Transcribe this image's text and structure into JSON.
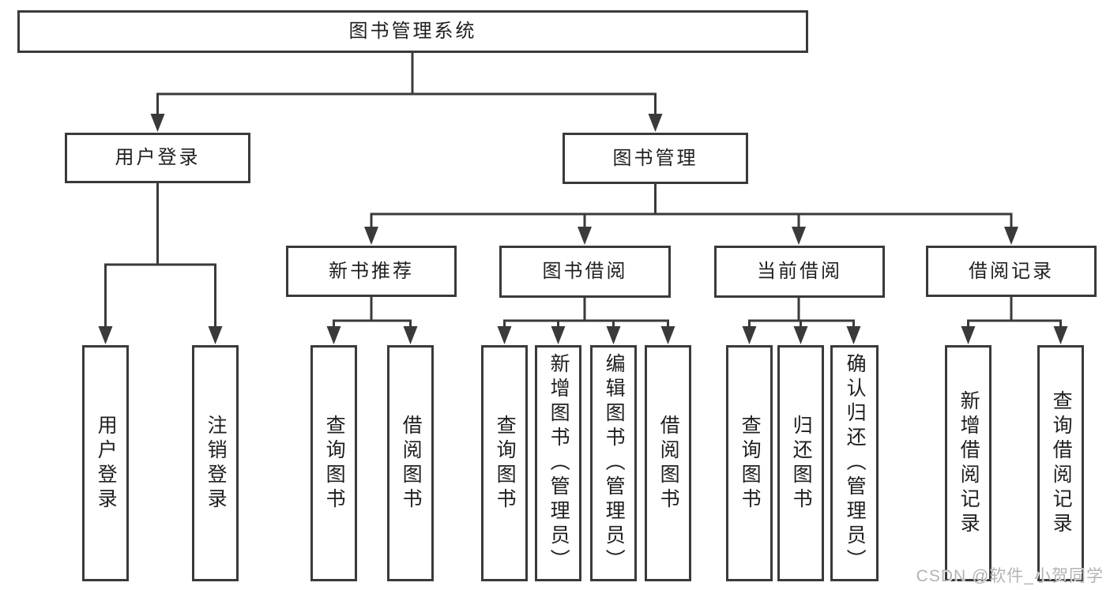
{
  "diagram": {
    "type": "hierarchy-tree",
    "line_color": "#3a3a3a",
    "text_color": "#1f1f1f",
    "background_color": "#ffffff",
    "watermark_color": "#b3b3b3",
    "nodes": {
      "root": {
        "id": "library-system",
        "label": "图书管理系统"
      },
      "level2": [
        {
          "id": "user-login",
          "label": "用户登录",
          "parent": "library-system"
        },
        {
          "id": "book-mgmt",
          "label": "图书管理",
          "parent": "library-system"
        }
      ],
      "level3": [
        {
          "id": "new-book-rec",
          "label": "新书推荐",
          "parent": "book-mgmt"
        },
        {
          "id": "book-borrow",
          "label": "图书借阅",
          "parent": "book-mgmt"
        },
        {
          "id": "current-borrow",
          "label": "当前借阅",
          "parent": "book-mgmt"
        },
        {
          "id": "borrow-records",
          "label": "借阅记录",
          "parent": "book-mgmt"
        }
      ],
      "leaves": [
        {
          "label": "用户登录",
          "parent": "user-login"
        },
        {
          "label": "注销登录",
          "parent": "user-login"
        },
        {
          "label": "查询图书",
          "parent": "new-book-rec"
        },
        {
          "label": "借阅图书",
          "parent": "new-book-rec"
        },
        {
          "label": "查询图书",
          "parent": "book-borrow"
        },
        {
          "label": "新增图书（管理员）",
          "parent": "book-borrow"
        },
        {
          "label": "编辑图书（管理员）",
          "parent": "book-borrow"
        },
        {
          "label": "借阅图书",
          "parent": "book-borrow"
        },
        {
          "label": "查询图书",
          "parent": "current-borrow"
        },
        {
          "label": "归还图书",
          "parent": "current-borrow"
        },
        {
          "label": "确认归还（管理员）",
          "parent": "current-borrow"
        },
        {
          "label": "新增借阅记录",
          "parent": "borrow-records"
        },
        {
          "label": "查询借阅记录",
          "parent": "borrow-records"
        }
      ]
    },
    "watermark": "CSDN @软件_小贺同学"
  }
}
